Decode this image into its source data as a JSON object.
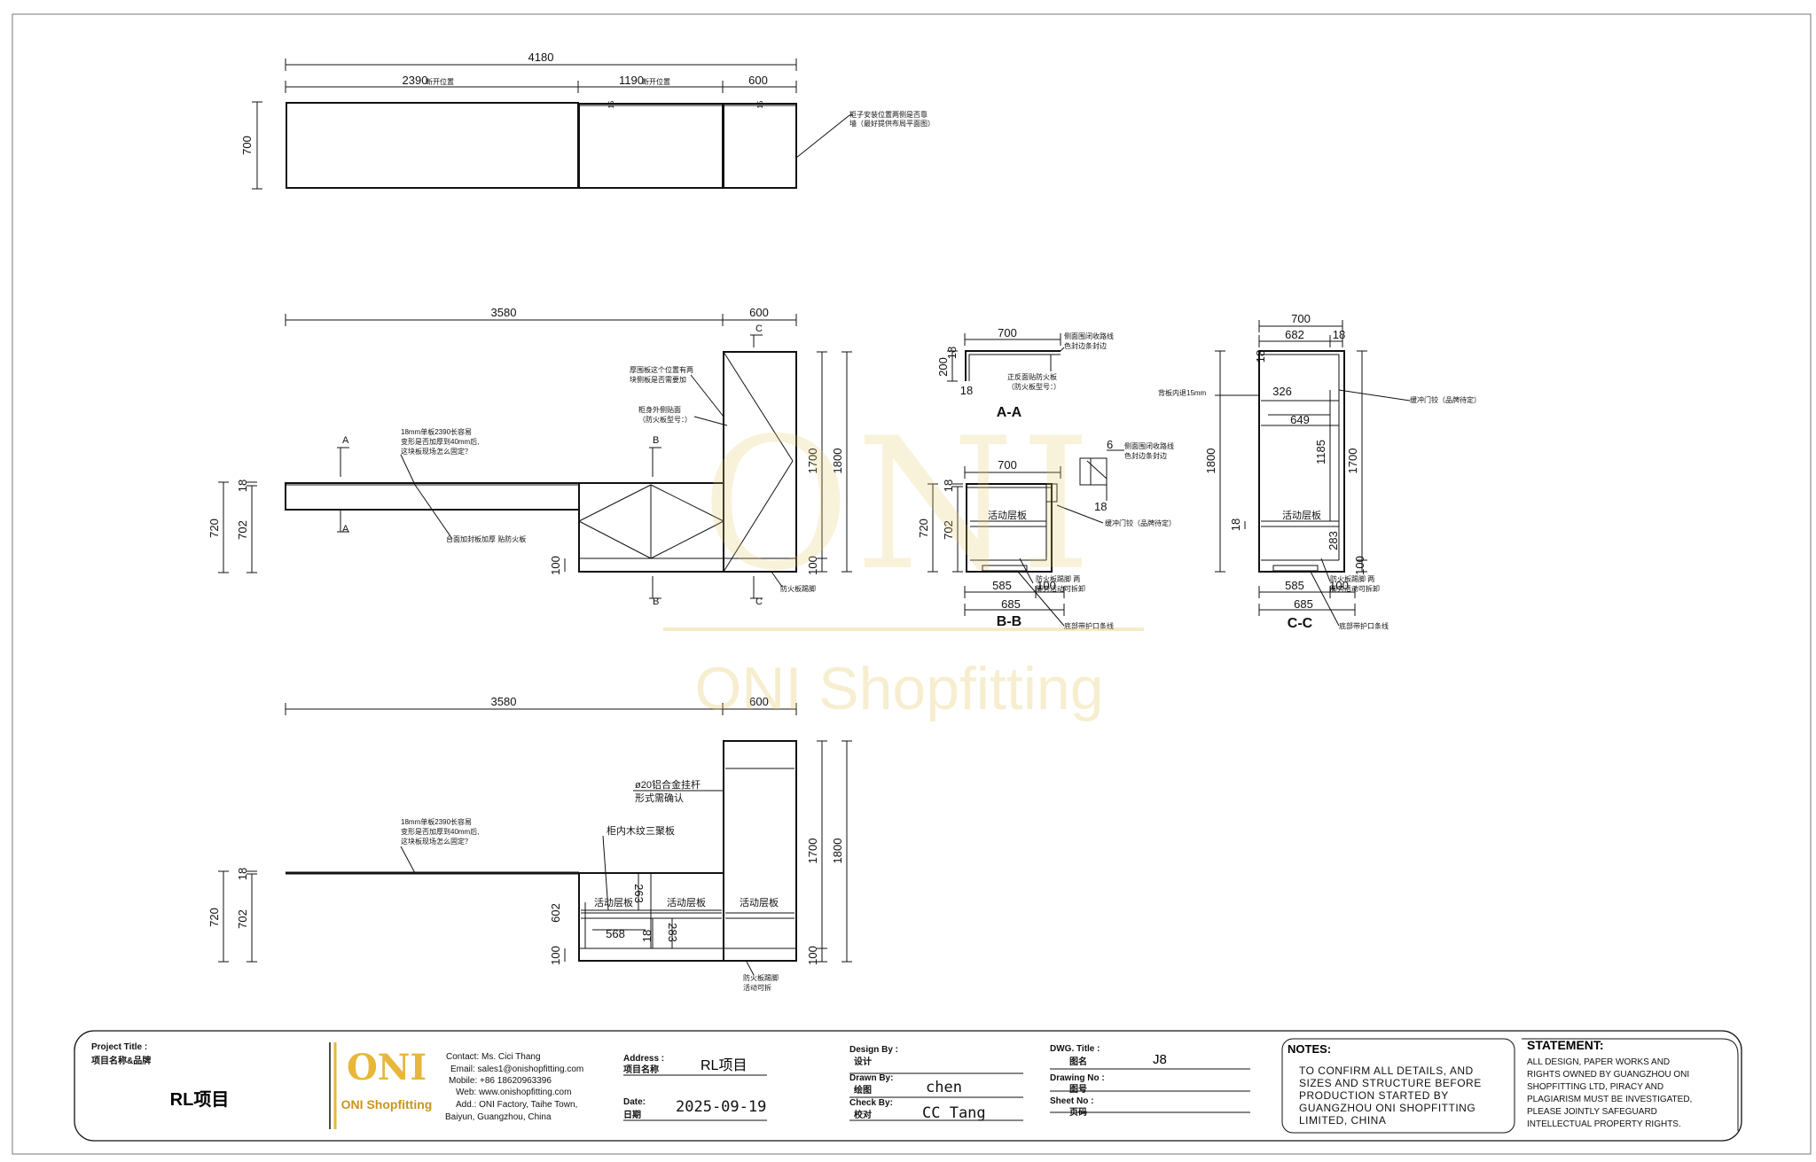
{
  "drawing": {
    "plan": {
      "total": "4180",
      "seg1": "2390",
      "seg1_note": "断开位置",
      "seg2": "1190",
      "seg2_note": "断开位置",
      "seg3": "600",
      "height": "700",
      "mark1": "15",
      "mark2": "15",
      "callout": [
        "柜子安装位置两侧是否靠",
        "墙（最好提供布局平面图）"
      ]
    },
    "front": {
      "width": "3580",
      "tower": "600",
      "h720": "720",
      "h702": "702",
      "t18": "18",
      "h1700": "1700",
      "h1800": "1800",
      "plinth_left": "100",
      "plinth_right": "100",
      "section_a": "A",
      "section_b": "B",
      "section_c": "C",
      "note_board": [
        "18mm单板2390长容易",
        "变形是否加厚到40mm后,",
        "这块板现场怎么固定？"
      ],
      "note_fire": "台面加封板加厚 贴防火板",
      "note_back": [
        "厚围板这个位置有两",
        "块侧板是否需要加"
      ],
      "note_side": [
        "柜身外侧贴面",
        "（防火板型号：）"
      ],
      "note_kick": "防火板踢脚"
    },
    "elev": {
      "width": "3580",
      "tower": "600",
      "h720": "720",
      "h702": "702",
      "t18": "18",
      "h1700": "1700",
      "h1800": "1800",
      "h602": "602",
      "h263": "263",
      "h283": "283",
      "w568": "568",
      "t18b": "18",
      "plinth_left": "100",
      "plinth_right": "100",
      "rod_label": "ø20铝合金挂杆",
      "rod_confirm": "形式需确认",
      "board_note": "柜内木纹三聚板",
      "shelf": "活动层板",
      "note_board": [
        "18mm单板2390长容易",
        "变形是否加厚到40mm后,",
        "这块板现场怎么固定？"
      ],
      "kick_note": [
        "防火板踢脚",
        "活动可拆"
      ]
    },
    "sec_a": {
      "title": "A-A",
      "w700": "700",
      "h200": "200",
      "t18": "18",
      "t18b": "18",
      "note1": [
        "侧面围闭收路线",
        "色封边条封边"
      ],
      "note2": [
        "正反面贴防火板",
        "（防火板型号：）"
      ]
    },
    "sec_b": {
      "title": "B-B",
      "w700": "700",
      "h720": "720",
      "h702": "702",
      "t18": "18",
      "shelf": "活动层板",
      "d585": "585",
      "d100": "100",
      "d685": "685",
      "hinge": "缓冲门铰（品牌待定）",
      "kick": [
        "防火板踢脚 两",
        "脚旁活动可拆卸"
      ],
      "bottom": "底部带护口条线",
      "det_note": [
        "侧面围闭收路线",
        "色封边条封边"
      ],
      "det_6": "6",
      "det_18": "18"
    },
    "sec_c": {
      "title": "C-C",
      "w700": "700",
      "w682": "682",
      "t18": "18",
      "t18b": "18",
      "w326": "326",
      "w649": "649",
      "h1185": "1185",
      "h1800": "1800",
      "h1700": "1700",
      "h283": "283",
      "d585": "585",
      "d100": "100",
      "d685": "685",
      "h100": "100",
      "t18c": "18",
      "shelf": "活动层板",
      "inner": "背板内退15mm",
      "hinge": "缓冲门铰（品牌待定）",
      "kick": [
        "防火板踢脚 两",
        "脚旁活动可拆卸"
      ],
      "bottom": "底部带护口条线"
    }
  },
  "watermark": {
    "big": "ONI",
    "text": "ONI Shopfitting"
  },
  "titleblock": {
    "project_label": "Project Title :",
    "project_sub": "项目名称&品牌",
    "project_value": "RL项目",
    "logo_big": "ONI",
    "logo_text": "ONI Shopfitting",
    "contact": [
      "Contact:  Ms. Cici Thang",
      "Email: sales1@onishopfitting.com",
      "Mobile:  +86 18620963396",
      "Web: www.onishopfitting.com",
      "Add.:  ONI Factory, Taihe Town,",
      "Baiyun, Guangzhou, China"
    ],
    "address_label": "Address :",
    "address_sub": "项目名称",
    "address_value": "RL项目",
    "date_label": "Date:",
    "date_sub": "日期",
    "date_value": "2025-09-19",
    "design_label": "Design By :",
    "design_sub": "设计",
    "drawn_label": "Drawn By:",
    "drawn_sub": "绘图",
    "drawn_value": "chen",
    "check_label": "Check By:",
    "check_sub": "校对",
    "check_value": "CC Tang",
    "dwg_label": "DWG. Title :",
    "dwg_sub": "图名",
    "dwg_value": "J8",
    "drawing_no_label": "Drawing No :",
    "drawing_no_sub": "图号",
    "sheet_label": "Sheet No :",
    "sheet_sub": "页码",
    "notes_title": "NOTES:",
    "notes": [
      "TO CONFIRM ALL DETAILS, AND",
      "SIZES AND STRUCTURE BEFORE",
      "PRODUCTION STARTED BY",
      "GUANGZHOU ONI SHOPFITTING",
      "LIMITED, CHINA"
    ],
    "statement_title": "STATEMENT:",
    "statement": [
      "ALL DESIGN, PAPER WORKS AND",
      "RIGHTS OWNED BY GUANGZHOU ONI",
      "SHOPFITTING LTD, PIRACY AND",
      "PLAGIARISM MUST BE INVESTIGATED,",
      "PLEASE JOINTLY SAFEGUARD",
      "INTELLECTUAL PROPERTY RIGHTS."
    ]
  }
}
